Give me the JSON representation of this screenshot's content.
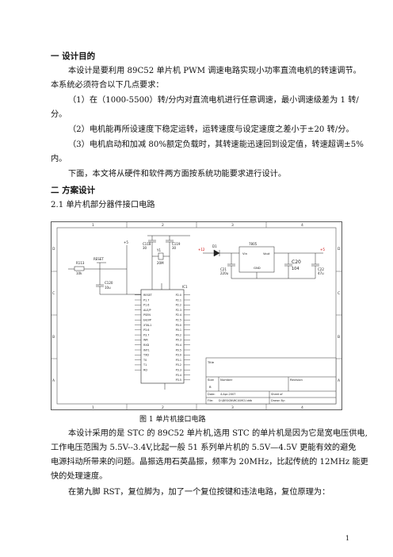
{
  "section1": {
    "title": "一  设计目的",
    "p1_line1": "本设计是要利用 89C52 单片机 PWM 调速电路实现小功率直流电机的转速调节。",
    "p1_line2": "本系统必须符合以下几点要求：",
    "req1_line1": "（1）在（1000-5500）转/分内对直流电机进行任意调速，最小调速级差为 1 转/",
    "req1_line2": "分。",
    "req2": "（2）电机能再所设速度下稳定运转，运转速度与设定速度之差小于±20 转/分。",
    "req3_line1": "（3）电机启动和加减 80%额定负载时，其转速能迅速回到设定值，转速超调±5%",
    "req3_line2": "内。",
    "p2": "下面，本文将从硬件和软件两方面按系统功能要求进行设计。"
  },
  "section2": {
    "title": "二  方案设计",
    "subtitle": "2.1 单片机部分器件接口电路"
  },
  "figure": {
    "caption": "图 1  单片机接口电路",
    "col_labels": [
      "1",
      "2",
      "3",
      "4"
    ],
    "row_labels": [
      "D",
      "C",
      "B",
      "A"
    ],
    "components": {
      "r113": "R113",
      "r113_val": "10k",
      "reset": "RESET",
      "c120": "C120",
      "c120_val": "10u",
      "c118": "C118",
      "c119": "C119",
      "c_val": "30",
      "xtal": "Y1",
      "xtal_val": "20M",
      "ic": "IC1",
      "reg": "7805",
      "reg_vin": "Vin",
      "reg_vout": "Vout",
      "reg_gnd": "GND",
      "diode": "D1",
      "c20": "C20",
      "c20_val": "104",
      "c21": "C21",
      "c21_val": "220u",
      "c22": "C22",
      "c22_val": "47u",
      "vcc": "+5",
      "vin": "+12"
    },
    "ic_left_pins": [
      "RESET",
      "P1.7",
      "P1.6",
      "ALE/P",
      "PSEN",
      "EA/VP",
      "XTAL1",
      "P3.6",
      "P3.7",
      "WR",
      "RXD",
      "INT1",
      "TXD",
      "T0",
      "T1",
      "RD"
    ],
    "ic_right_pins": [
      "P2.0",
      "P2.1",
      "P2.2",
      "P2.3",
      "P2.4",
      "P2.5",
      "P0.0",
      "P0.1",
      "P0.2",
      "P0.3",
      "P0.4",
      "P0.5",
      "P3.0",
      "P3.1",
      "P3.2",
      "P3.3",
      "P3.4",
      "P3.5"
    ],
    "title_block": {
      "title": "Title",
      "size": "Size",
      "number": "Number",
      "revision": "Revision",
      "size_val": "B",
      "date": "Date:",
      "date_val": "4-Apr-2007",
      "sheet": "Sheet  of",
      "file": "File:",
      "file_val": "D:\\DESIGN\\MCU\\MCU.ddb",
      "drawn": "Drawn By:"
    }
  },
  "para3": {
    "line1": "本设计采用的是 STC 的 89C52 单片机,选用 STC 的单片机是因为它是宽电压供电,",
    "line2": "工作电压范围为 5.5V--3.4V,比起一般 51 系列单片机的 5.5V—4.5V 更能有效的避免",
    "line3": "电源抖动所带来的问题。晶振选用石英晶振，频率为 20MHz，比起传统的 12MHz 能更",
    "line4": "快的处理速度。"
  },
  "para4": "在第九脚 RST，复位脚为，加了一个复位按键和违法电路，复位原理为：",
  "page_number": "1"
}
